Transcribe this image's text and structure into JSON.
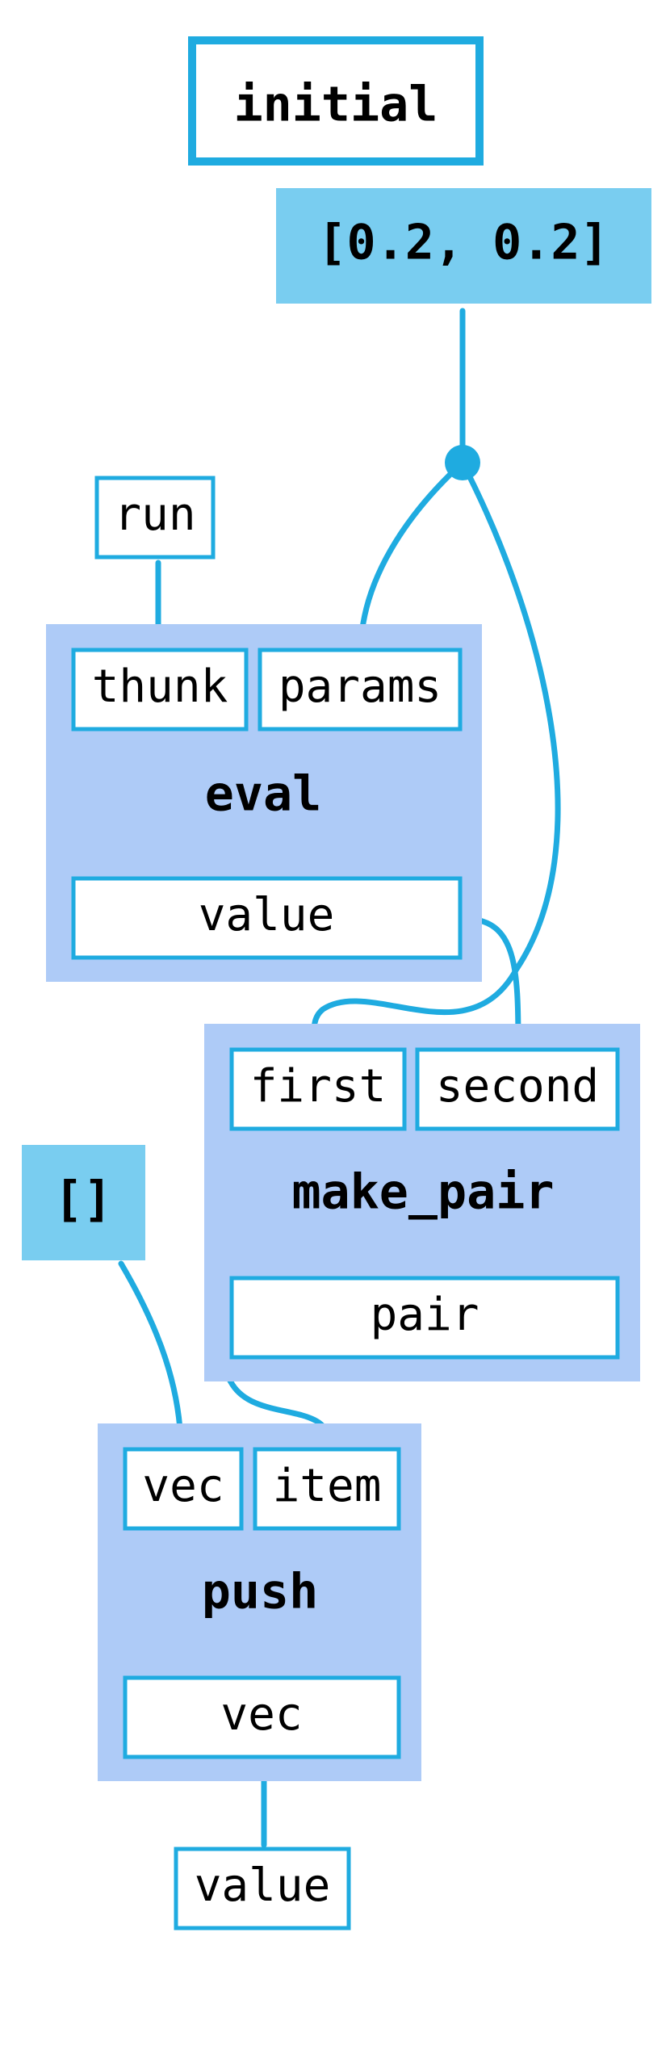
{
  "colors": {
    "wire": "#1fabe0",
    "node_fill": "#aecbf7",
    "constant_fill": "#79cdf0",
    "port_fill": "#ffffff",
    "text": "#000000"
  },
  "diagram": {
    "initial_label": "initial",
    "params_constant": "[0.2, 0.2]",
    "run_input": "run",
    "empty_constant": "[]",
    "output_label": "value",
    "nodes": {
      "eval": {
        "title": "eval",
        "inputs": [
          "thunk",
          "params"
        ],
        "output": "value"
      },
      "make_pair": {
        "title": "make_pair",
        "inputs": [
          "first",
          "second"
        ],
        "output": "pair"
      },
      "push": {
        "title": "push",
        "inputs": [
          "vec",
          "item"
        ],
        "output": "vec"
      }
    }
  }
}
